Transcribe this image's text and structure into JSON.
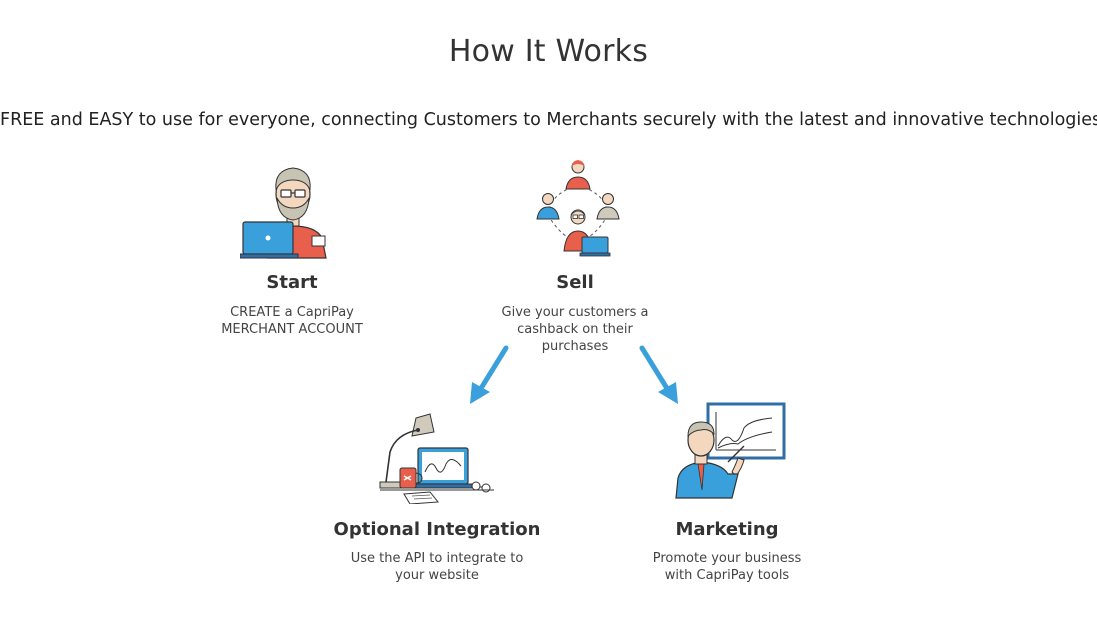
{
  "header": {
    "title": "How It Works",
    "tagline": "FREE and EASY to use for everyone, connecting Customers to Merchants securely with the latest and innovative technologies."
  },
  "steps": {
    "start": {
      "title": "Start",
      "desc_line1": "CREATE a CapriPay",
      "desc_line2": "MERCHANT ACCOUNT",
      "icon": "developer-laptop-illustration"
    },
    "sell": {
      "title": "Sell",
      "desc_line1": "Give your customers a",
      "desc_line2": "cashback on their",
      "desc_line3": "purchases",
      "icon": "customer-network-illustration"
    },
    "integration": {
      "title": "Optional Integration",
      "desc_line1": "Use the API to integrate to",
      "desc_line2": "your website",
      "icon": "desk-workspace-illustration"
    },
    "marketing": {
      "title": "Marketing",
      "desc_line1": "Promote your business",
      "desc_line2": "with CapriPay tools",
      "icon": "presenter-chart-illustration"
    }
  },
  "colors": {
    "accent_blue": "#3aa0dc",
    "coral": "#e8604c",
    "dark_blue": "#2f6ea6",
    "text": "#333333"
  }
}
